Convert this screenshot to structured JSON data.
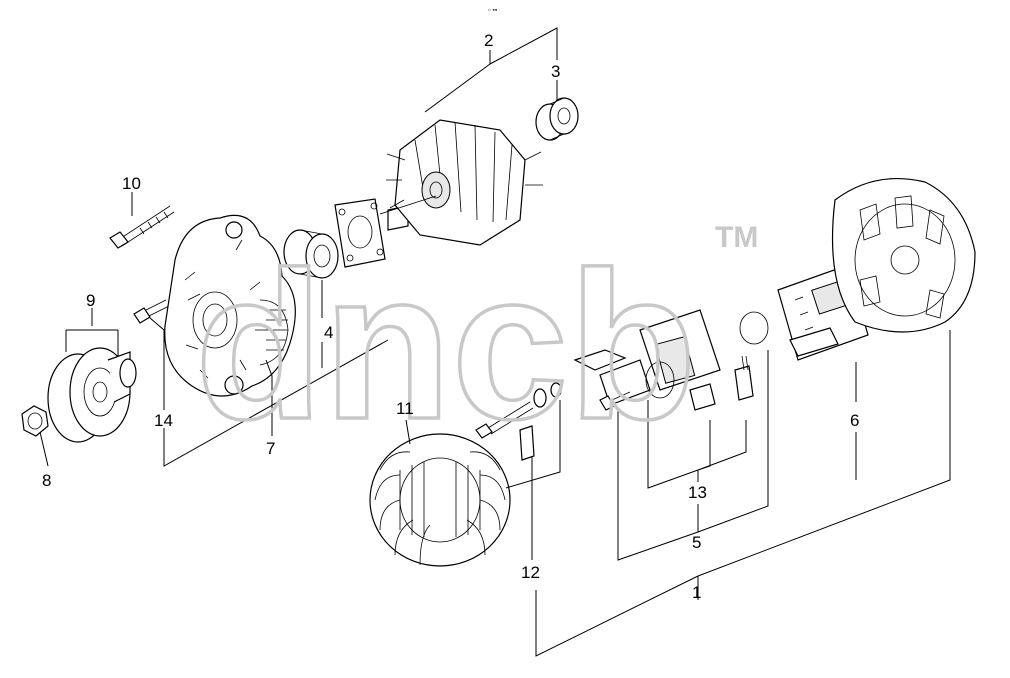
{
  "header": {
    "mark": "▫ ▪▪"
  },
  "watermark": {
    "brand": "dncb",
    "tm": "TM"
  },
  "callouts": {
    "c1": "1",
    "c2": "2",
    "c3": "3",
    "c4": "4",
    "c5": "5",
    "c6": "6",
    "c7": "7",
    "c8": "8",
    "c9": "9",
    "c10": "10",
    "c11": "11",
    "c12": "12",
    "c13": "13",
    "c14": "14"
  }
}
